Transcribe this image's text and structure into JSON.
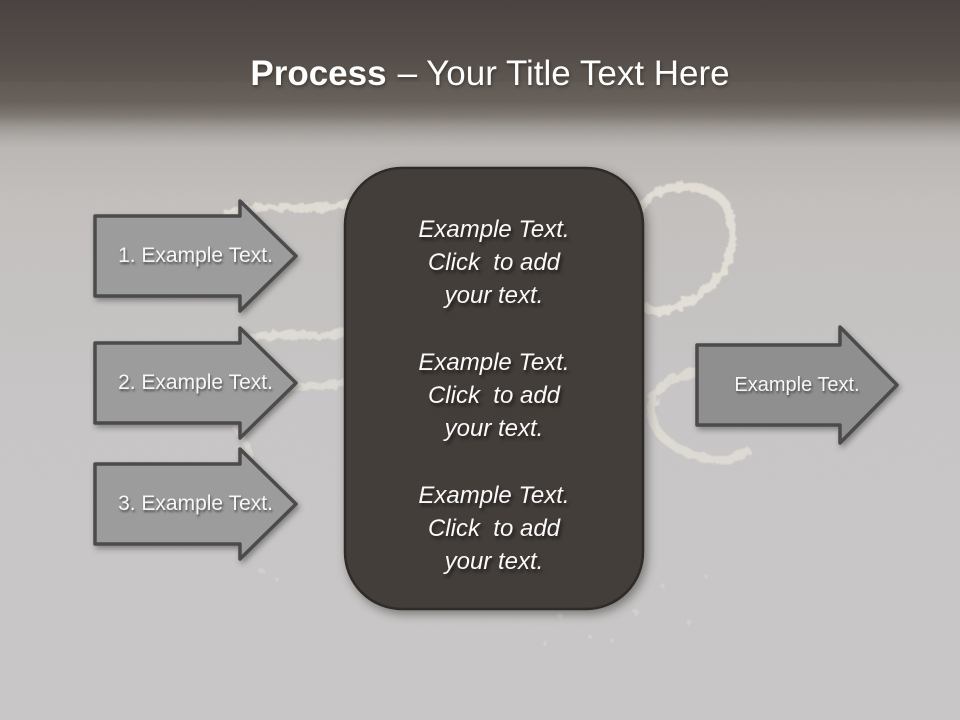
{
  "slide": {
    "title": {
      "emphasis": "Process",
      "regular": "– Your Title Text Here"
    }
  },
  "process": {
    "steps": [
      {
        "label": "1. Example Text."
      },
      {
        "label": "2. Example Text."
      },
      {
        "label": "3. Example Text."
      }
    ],
    "center_blocks": [
      "Example Text.\nClick  to add\nyour text.",
      "Example Text.\nClick  to add\nyour text.",
      "Example Text.\nClick  to add\nyour text."
    ],
    "output": {
      "label": "Example Text."
    }
  },
  "background": {
    "style": "chalkboard",
    "chalk_doodles": [
      "chalk-letter-s",
      "chalk-arc",
      "chalk-strokes",
      "chalk-specks"
    ]
  },
  "theme": {
    "header-dark": "#4a4341",
    "canvas-light": "#c6c4c4",
    "arrow-fill": "#9c9c9c",
    "arrow-fill-out": "#8f8f8f",
    "arrow-stroke": "#4b4b4b",
    "panel-fill": "#443e3a",
    "panel-stroke": "#2f2b28",
    "text-light": "#fbfaf9",
    "chalk": "#efe9df"
  }
}
